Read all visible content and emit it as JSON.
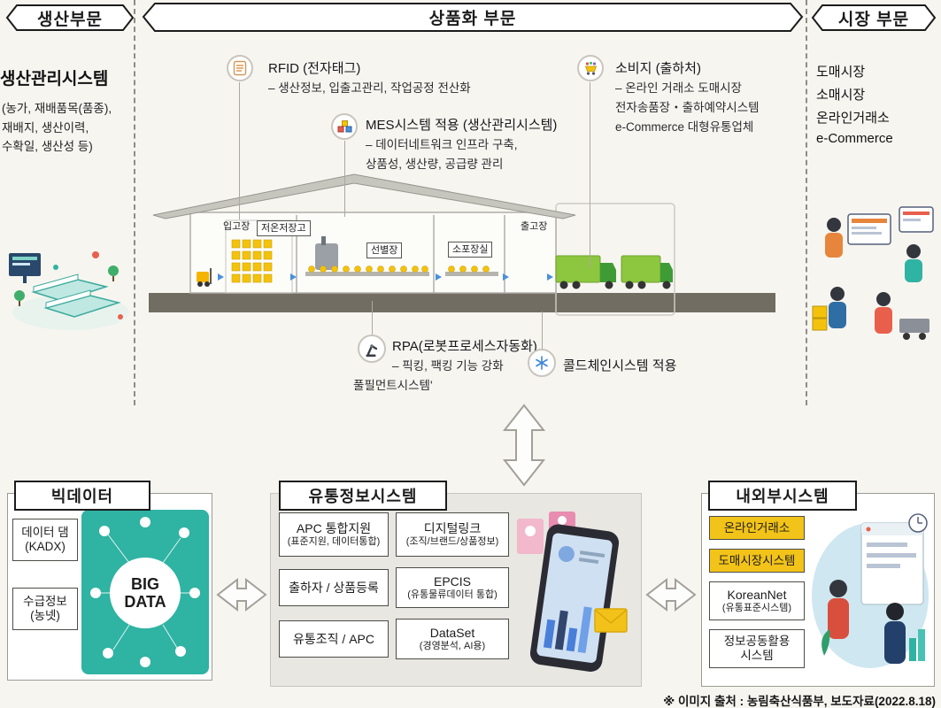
{
  "headers": {
    "production": "생산부문",
    "commercialization": "상품화 부문",
    "market": "시장 부문"
  },
  "production": {
    "title": "생산관리시스템",
    "desc": "(농가, 재배품목(품종),\n재배지, 생산이력,\n수확일, 생산성 등)"
  },
  "annotations": {
    "rfid": {
      "title": "RFID (전자태그)",
      "line1": "– 생산정보, 입출고관리, 작업공정 전산화"
    },
    "mes": {
      "title": "MES시스템 적용 (생산관리시스템)",
      "line1": "– 데이터네트워크 인프라 구축,",
      "line2": "상품성, 생산량, 공급량 관리"
    },
    "consumption": {
      "title": "소비지 (출하처)",
      "line1": "– 온라인 거래소 도매시장",
      "line2": "전자송품장・출하예약시스템",
      "line3": "e-Commerce 대형유통업체"
    },
    "rpa": {
      "title": "RPA(로봇프로세스자동화)",
      "line1": "– 픽킹, 팩킹 기능 강화",
      "line2": "풀필먼트시스템'"
    },
    "coldchain": {
      "title": "콜드체인시스템 적용"
    }
  },
  "warehouse": {
    "zones": [
      "입고장",
      "저온저장고",
      "선별장",
      "소포장실",
      "출고장"
    ]
  },
  "market": {
    "items": [
      "도매시장",
      "소매시장",
      "온라인거래소",
      "e-Commerce"
    ]
  },
  "bigdata": {
    "title": "빅데이터",
    "item1_main": "데이터 댐",
    "item1_sub": "(KADX)",
    "item2_main": "수급정보",
    "item2_sub": "(농넷)",
    "big": "BIG",
    "data": "DATA"
  },
  "distribution": {
    "title": "유통정보시스템",
    "cells": [
      {
        "main": "APC 통합지원",
        "sub": "(표준지원, 데이터통합)"
      },
      {
        "main": "디지털링크",
        "sub": "(조직/브랜드/상품정보)"
      },
      {
        "main": "출하자 / 상품등록",
        "sub": ""
      },
      {
        "main": "EPCIS",
        "sub": "(유통물류데이터 통합)"
      },
      {
        "main": "유통조직 / APC",
        "sub": ""
      },
      {
        "main": "DataSet",
        "sub": "(경영분석, AI용)"
      }
    ]
  },
  "systems": {
    "title": "내외부시스템",
    "items": [
      {
        "main": "온라인거래소",
        "sub": ""
      },
      {
        "main": "도매시장시스템",
        "sub": ""
      },
      {
        "main": "KoreanNet",
        "sub": "(유통표준시스템)"
      },
      {
        "main": "정보공동활용",
        "sub": "시스템"
      }
    ]
  },
  "colors": {
    "accent_teal": "#2fb3a3",
    "highlight_yellow": "#f2c318",
    "pallet_yellow": "#f4c20d",
    "truck_green": "#8dc63f"
  },
  "meta": {
    "footnote": "※ 이미지 출처 : 농림축산식품부, 보도자료(2022.8.18)"
  }
}
